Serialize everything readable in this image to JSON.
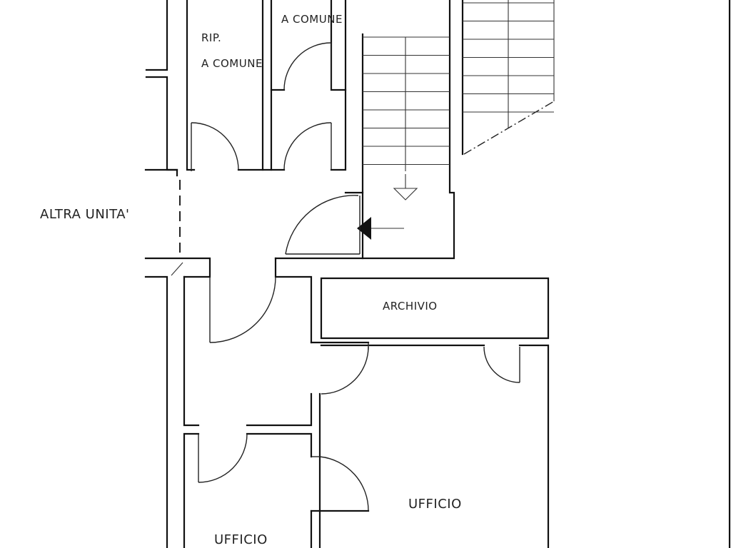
{
  "labels": {
    "rip": "RIP.",
    "comune_left": "A COMUNE",
    "comune_top": "A COMUNE",
    "altra_unita": "ALTRA UNITA'",
    "archivio": "ARCHIVIO",
    "ufficio_right": "UFFICIO",
    "ufficio_left": "UFFICIO"
  }
}
